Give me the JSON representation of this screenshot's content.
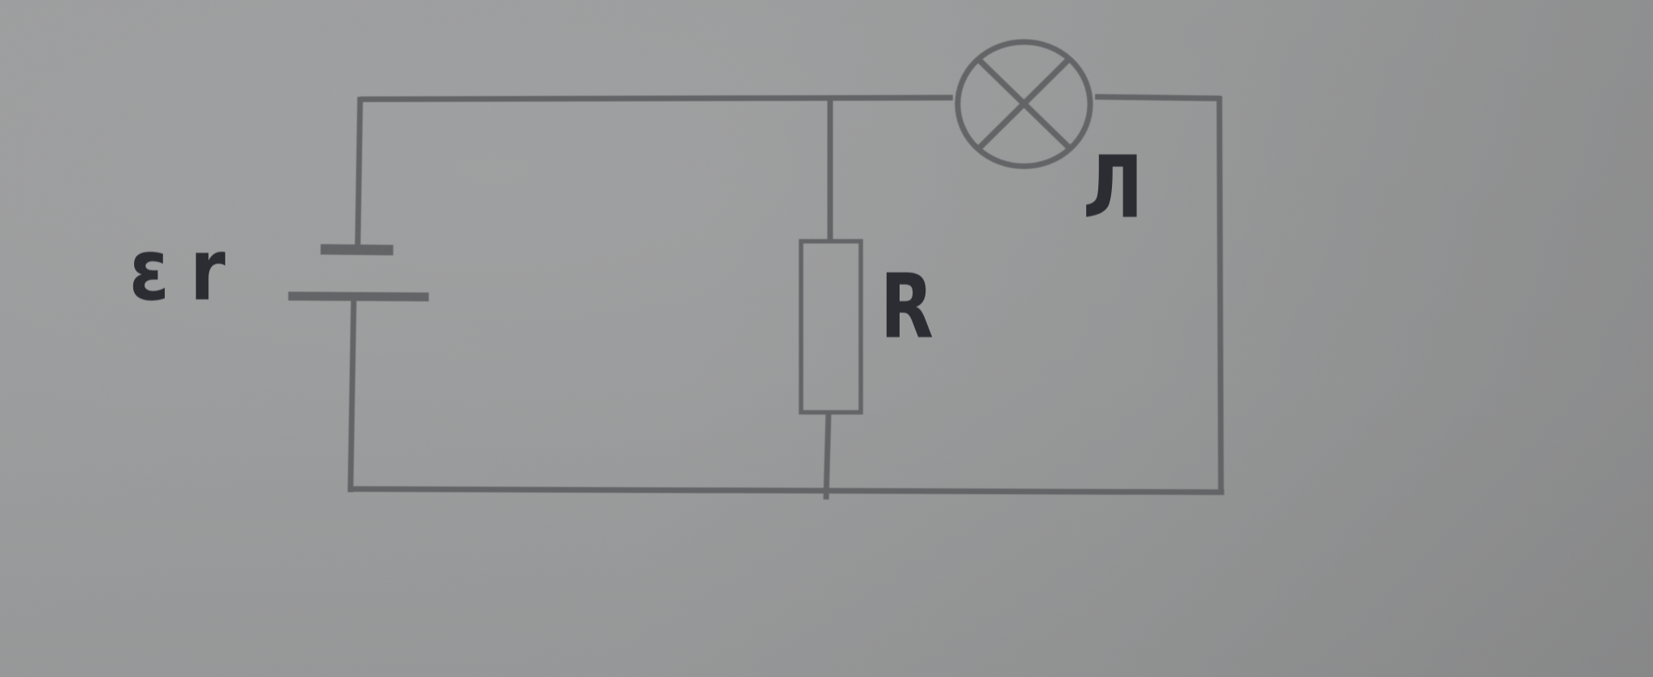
{
  "meta": {
    "description": "Photograph of an electric circuit diagram drawn in dark ink on gray paper"
  },
  "palette": {
    "paper_light": "#babcbe",
    "paper_shadow": "#8e8f91",
    "ink": "#2b2d33"
  },
  "labels": {
    "battery_emf": "ε",
    "battery_internal_resistance": "r",
    "resistor": "R",
    "lamp": "Л"
  },
  "circuit": {
    "components": [
      {
        "name": "battery",
        "symbol": "two parallel plates (short thick top, long bottom)",
        "labels": [
          "ε",
          "r"
        ]
      },
      {
        "name": "resistor",
        "symbol": "vertical open rectangle",
        "label": "R"
      },
      {
        "name": "lamp",
        "symbol": "circle with inscribed X",
        "label": "Л"
      }
    ],
    "topology": "battery on left side; middle vertical branch with R; lamp Л in series in top-right branch; R branch parallel to lamp branch"
  }
}
